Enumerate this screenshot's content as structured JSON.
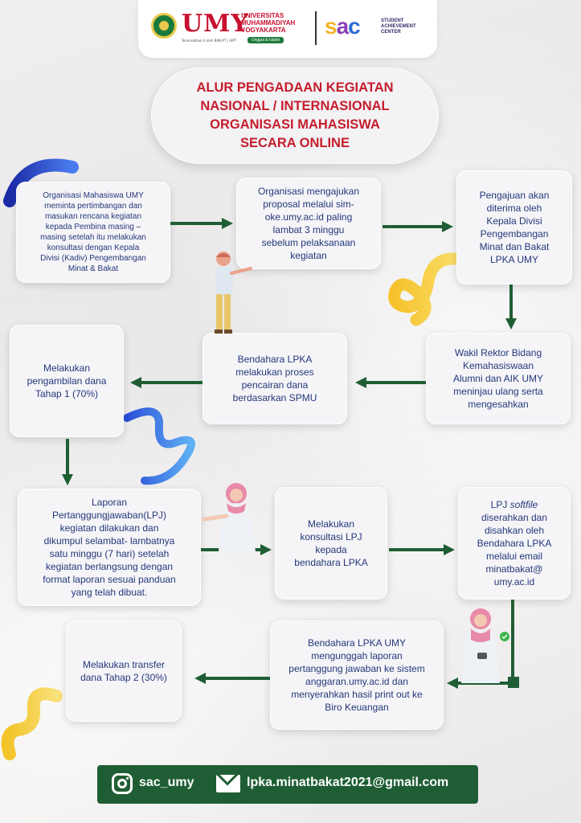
{
  "header": {
    "umy_wordmark": "UMY",
    "umy_subtext": "Terakreditasi A oleh BAN-PT | AIPT",
    "university_name": "UNIVERSITAS\nMUHAMMADIYAH\nYOGYAKARTA",
    "university_tagline": "Unggul & Islami",
    "sac_s": "s",
    "sac_a": "a",
    "sac_c": "c",
    "sac_full_name": "STUDENT\nACHIEVEMENT\nCENTER"
  },
  "title": "ALUR PENGADAAN KEGIATAN\nNASIONAL / INTERNASIONAL\nORGANISASI MAHASISWA\nSECARA ONLINE",
  "steps": [
    {
      "text": "Organisasi Mahasiswa UMY\nmeminta pertimbangan dan\nmasukan rencana kegiatan\nkepada Pembina masing –\nmasing setelah itu melakukan\nkonsultasi dengan Kepala\nDivisi (Kadiv) Pengembangan\nMinat & Bakat"
    },
    {
      "text": "Organisasi mengajukan\nproposal melalui sim-\noke.umy.ac.id paling\nlambat 3 minggu\nsebelum pelaksanaan\nkegiatan"
    },
    {
      "text": "Pengajuan akan\nditerima oleh\nKepala Divisi\nPengembangan\nMinat dan Bakat\nLPKA UMY"
    },
    {
      "text": "Wakil Rektor Bidang\nKemahasiswaan\nAlumni dan AIK UMY\nmeninjau ulang serta\nmengesahkan"
    },
    {
      "text": "Bendahara LPKA\nmelakukan proses\npencairan dana\nberdasarkan SPMU"
    },
    {
      "text": "Melakukan\npengambilan dana\nTahap 1 (70%)"
    },
    {
      "text": "Laporan\nPertanggungjawaban(LPJ)\nkegiatan dilakukan dan\ndikumpul selambat- lambatnya\nsatu minggu (7 hari) setelah\nkegiatan berlangsung dengan\nformat laporan sesuai panduan\nyang telah dibuat."
    },
    {
      "text": "Melakukan\nkonsultasi LPJ\nkepada\nbendahara LPKA"
    },
    {
      "text": "LPJ softfile\ndiserahkan dan\ndisahkan oleh\nBendahara LPKA\nmelalui email\nminatbakat@\numy.ac.id"
    },
    {
      "text": "Bendahara LPKA UMY\nmengunggah laporan\npertanggung jawaban ke sistem\nanggaran.umy.ac.id dan\nmenyerahkan hasil print out ke\nBiro Keuangan"
    },
    {
      "text": "Melakukan transfer\ndana Tahap 2 (30%)"
    }
  ],
  "footer": {
    "instagram": "sac_umy",
    "email": "lpka.minatbakat2021@gmail.com"
  },
  "colors": {
    "title_red": "#c51d2c",
    "step_text_blue": "#24387a",
    "arrow_green": "#1f5e34",
    "footer_green": "#1f5e34"
  }
}
